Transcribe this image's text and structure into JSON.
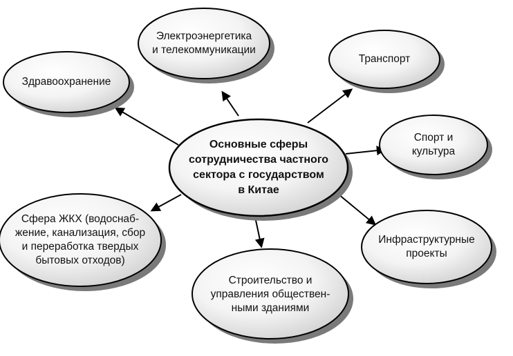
{
  "center": {
    "label": "Основные сферы\nсотрудничества частного\nсектора с государством\nв Китае"
  },
  "nodes": {
    "electro": "Электроэнергетика\nи телекоммуникации",
    "transport": "Транспорт",
    "health": "Здравоохранение",
    "sport": "Спорт и\nкультура",
    "housing": "Сфера ЖКХ (водоснаб-\nжение, канализация, сбор\nи переработка твердых\nбытовых отходов)",
    "infrastructure": "Инфраструктурные\nпроекты",
    "construction": "Строительство и\nуправления обществен-\nными зданиями"
  },
  "colors": {
    "stroke": "#000000",
    "shadow": "#7a7a7a",
    "fill_light": "#ffffff",
    "fill_dark": "#d4d4d4"
  }
}
